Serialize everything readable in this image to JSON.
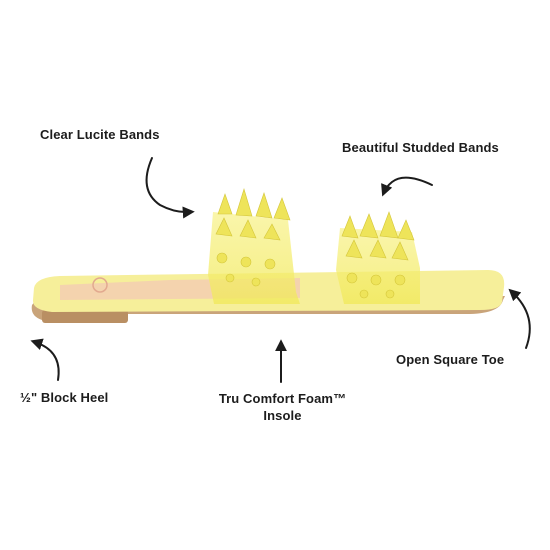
{
  "callouts": {
    "clear_lucite_bands": "Clear Lucite Bands",
    "beautiful_studded_bands": "Beautiful Studded Bands",
    "open_square_toe": "Open Square Toe",
    "block_heel": "½\" Block Heel",
    "insole_line1": "Tru Comfort Foam™",
    "insole_line2": "Insole"
  },
  "colors": {
    "sandal_yellow": "#f6ef9a",
    "band_yellow": "#f3ec6a",
    "sole_tan": "#c9a47a",
    "insole_pink": "#f3c9b4",
    "arrow": "#1c1c1c"
  }
}
